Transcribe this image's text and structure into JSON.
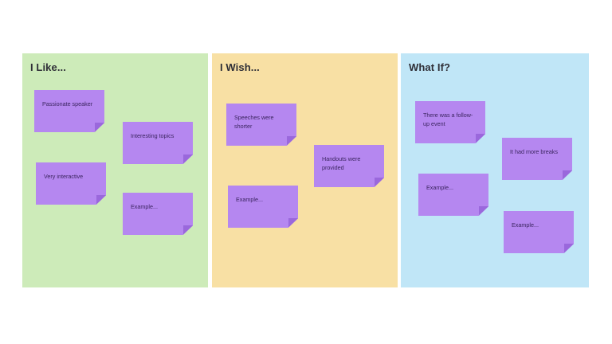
{
  "board": {
    "columns": [
      {
        "title": "I Like...",
        "notes": [
          "Passionate speaker",
          "Interesting topics",
          "Very interactive",
          "Example..."
        ]
      },
      {
        "title": "I Wish...",
        "notes": [
          "Speeches were shorter",
          "Handouts were provided",
          "Example..."
        ]
      },
      {
        "title": "What If?",
        "notes": [
          "There was a follow-up event",
          "It had more breaks",
          "Example...",
          "Example..."
        ]
      }
    ]
  },
  "colors": {
    "like_bg": "#cdebb9",
    "wish_bg": "#f8e0a4",
    "whatif_bg": "#c0e6f7",
    "sticky_bg": "#b587f0",
    "sticky_fold": "#9a68dc",
    "title_text": "#2f2f37"
  }
}
